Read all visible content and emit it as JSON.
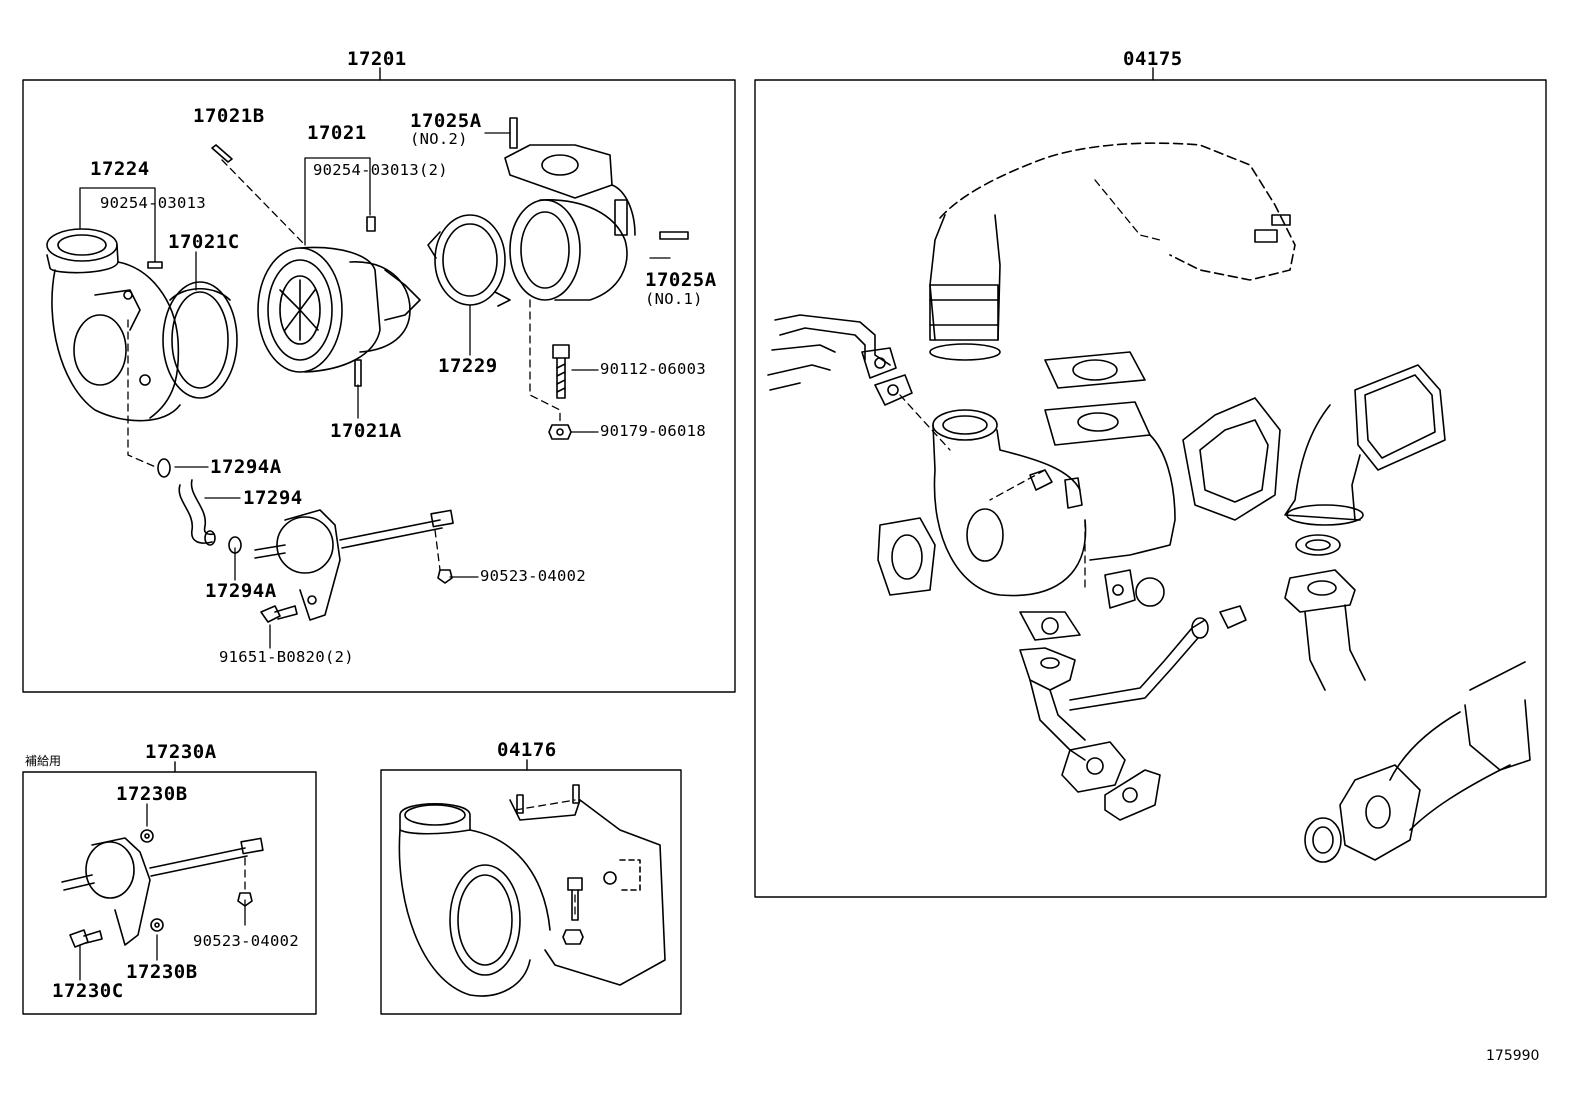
{
  "groups": {
    "turbo_assy": "17201",
    "exhaust_manifold_assy": "04175",
    "actuator_kit": "17230A",
    "actuator_kit_note": "補給用",
    "gasket_kit": "04176"
  },
  "labels": {
    "p17021B": "17021B",
    "p17021": "17021",
    "p17025A_no2": "17025A",
    "p17025A_no2_note": "(NO.2)",
    "p90254_03013_2": "90254-03013(2)",
    "p17224": "17224",
    "p90254_03013": "90254-03013",
    "p17021C": "17021C",
    "p17025A_no1": "17025A",
    "p17025A_no1_note": "(NO.1)",
    "p17229": "17229",
    "p90112_06003": "90112-06003",
    "p17021A": "17021A",
    "p90179_06018": "90179-06018",
    "p17294A_top": "17294A",
    "p17294": "17294",
    "p17294A_bottom": "17294A",
    "p90523_04002": "90523-04002",
    "p91651_B0820_2": "91651-B0820(2)",
    "p17230B_top": "17230B",
    "p90523_04002_kit": "90523-04002",
    "p17230B_bottom": "17230B",
    "p17230C": "17230C"
  },
  "figure_number": "175990"
}
